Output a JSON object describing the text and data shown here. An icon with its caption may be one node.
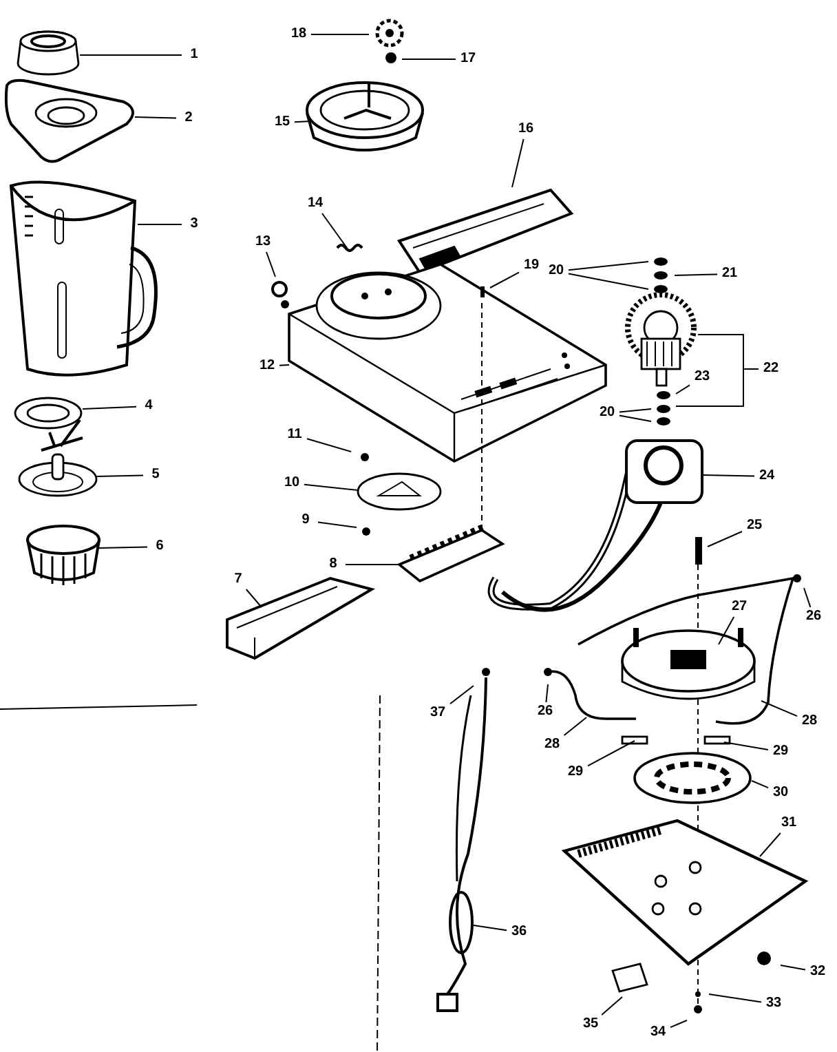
{
  "diagram": {
    "nodes": [
      {
        "text": [
          "18"
        ]
      },
      {
        "text": [
          "17"
        ]
      },
      {
        "text": [
          "1"
        ]
      },
      {
        "text": [
          "2"
        ]
      },
      {
        "text": [
          "15"
        ]
      },
      {
        "text": [
          "16"
        ]
      },
      {
        "text": [
          "3"
        ]
      },
      {
        "text": [
          "14"
        ]
      },
      {
        "text": [
          "13"
        ]
      },
      {
        "text": [
          "19"
        ]
      },
      {
        "text": [
          "20"
        ]
      },
      {
        "text": [
          "21"
        ]
      },
      {
        "text": [
          "22"
        ]
      },
      {
        "text": [
          "12"
        ]
      },
      {
        "text": [
          "23"
        ]
      },
      {
        "text": [
          "20"
        ]
      },
      {
        "text": [
          "11"
        ]
      },
      {
        "text": [
          "24"
        ]
      },
      {
        "text": [
          "4"
        ]
      },
      {
        "text": [
          "10"
        ]
      },
      {
        "text": [
          "5"
        ]
      },
      {
        "text": [
          "9"
        ]
      },
      {
        "text": [
          "25"
        ]
      },
      {
        "text": [
          "6"
        ]
      },
      {
        "text": [
          "8"
        ]
      },
      {
        "text": [
          "7"
        ]
      },
      {
        "text": [
          "27"
        ]
      },
      {
        "text": [
          "26"
        ]
      },
      {
        "text": [
          "26"
        ]
      },
      {
        "text": [
          "37"
        ]
      },
      {
        "text": [
          "28"
        ]
      },
      {
        "text": [
          "28"
        ]
      },
      {
        "text": [
          "29"
        ]
      },
      {
        "text": [
          "29"
        ]
      },
      {
        "text": [
          "30"
        ]
      },
      {
        "text": [
          "31"
        ]
      },
      {
        "text": [
          "36"
        ]
      },
      {
        "text": [
          "32"
        ]
      },
      {
        "text": [
          "33"
        ]
      },
      {
        "text": [
          "35"
        ]
      },
      {
        "text": [
          "34"
        ]
      }
    ],
    "edges": [
      {
        "from": 0,
        "to": null,
        "arrow": "none"
      },
      {
        "from": 1,
        "to": null,
        "arrow": "none"
      },
      {
        "from": 2,
        "to": null,
        "arrow": "none"
      },
      {
        "from": 3,
        "to": null,
        "arrow": "none"
      },
      {
        "from": 4,
        "to": null,
        "arrow": "none"
      },
      {
        "from": 5,
        "to": null,
        "arrow": "none"
      },
      {
        "from": 6,
        "to": null,
        "arrow": "none"
      },
      {
        "from": 7,
        "to": null,
        "arrow": "none"
      },
      {
        "from": 8,
        "to": null,
        "arrow": "none"
      },
      {
        "from": 9,
        "to": null,
        "arrow": "none"
      },
      {
        "from": 10,
        "to": null,
        "arrow": "none"
      },
      {
        "from": 10,
        "to": null,
        "arrow": "none"
      },
      {
        "from": 11,
        "to": null,
        "arrow": "none"
      },
      {
        "from": 12,
        "to": null,
        "arrow": "none"
      },
      {
        "from": 12,
        "to": null,
        "arrow": "none"
      },
      {
        "from": 13,
        "to": null,
        "arrow": "none"
      },
      {
        "from": 14,
        "to": null,
        "arrow": "none"
      },
      {
        "from": 15,
        "to": null,
        "arrow": "none"
      },
      {
        "from": 15,
        "to": null,
        "arrow": "none"
      },
      {
        "from": 16,
        "to": null,
        "arrow": "none"
      },
      {
        "from": 17,
        "to": null,
        "arrow": "none"
      },
      {
        "from": 18,
        "to": null,
        "arrow": "none"
      },
      {
        "from": 19,
        "to": null,
        "arrow": "none"
      },
      {
        "from": 20,
        "to": null,
        "arrow": "none"
      },
      {
        "from": 21,
        "to": null,
        "arrow": "none"
      },
      {
        "from": 22,
        "to": null,
        "arrow": "none"
      },
      {
        "from": 23,
        "to": null,
        "arrow": "none"
      },
      {
        "from": 24,
        "to": null,
        "arrow": "none"
      },
      {
        "from": 25,
        "to": null,
        "arrow": "none"
      },
      {
        "from": 26,
        "to": null,
        "arrow": "none"
      },
      {
        "from": 27,
        "to": null,
        "arrow": "none"
      },
      {
        "from": 28,
        "to": null,
        "arrow": "none"
      },
      {
        "from": 29,
        "to": null,
        "arrow": "none"
      },
      {
        "from": 30,
        "to": null,
        "arrow": "none"
      },
      {
        "from": 31,
        "to": null,
        "arrow": "none"
      },
      {
        "from": 32,
        "to": null,
        "arrow": "none"
      },
      {
        "from": 33,
        "to": null,
        "arrow": "none"
      },
      {
        "from": 34,
        "to": null,
        "arrow": "none"
      },
      {
        "from": 35,
        "to": null,
        "arrow": "none"
      },
      {
        "from": 36,
        "to": null,
        "arrow": "none"
      },
      {
        "from": 37,
        "to": null,
        "arrow": "none"
      },
      {
        "from": 38,
        "to": null,
        "arrow": "none"
      },
      {
        "from": 39,
        "to": null,
        "arrow": "none"
      },
      {
        "from": 40,
        "to": null,
        "arrow": "none"
      }
    ]
  }
}
